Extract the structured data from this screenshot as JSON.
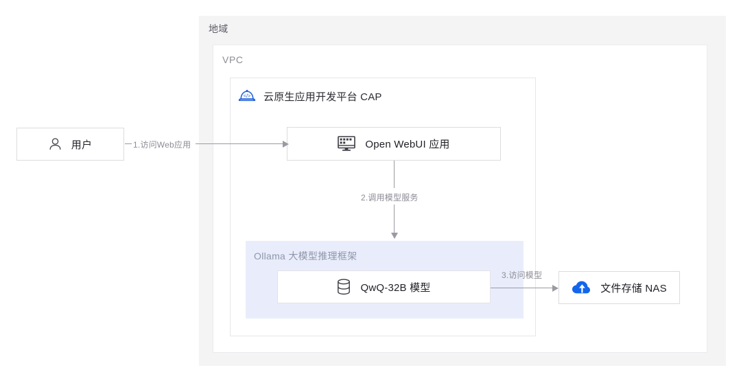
{
  "diagram": {
    "region": {
      "label": "地域"
    },
    "vpc": {
      "label": "VPC"
    },
    "cap": {
      "label": "云原生应用开发平台 CAP",
      "icon": "cap-hat-icon"
    },
    "ollama": {
      "label": "Ollama 大模型推理框架"
    },
    "nodes": {
      "user": {
        "label": "用户",
        "icon": "user-icon"
      },
      "webui": {
        "label": "Open WebUI 应用",
        "icon": "monitor-icon"
      },
      "qwq": {
        "label": "QwQ-32B 模型",
        "icon": "database-icon"
      },
      "nas": {
        "label": "文件存储 NAS",
        "icon": "cloud-upload-icon"
      }
    },
    "connections": [
      {
        "id": "1",
        "label": "1.访问Web应用",
        "from": "user",
        "to": "webui"
      },
      {
        "id": "2",
        "label": "2.调用模型服务",
        "from": "webui",
        "to": "ollama"
      },
      {
        "id": "3",
        "label": "3.访问模型",
        "from": "qwq",
        "to": "nas"
      }
    ]
  },
  "colors": {
    "region_bg": "#f4f4f5",
    "vpc_bg": "#ffffff",
    "ollama_bg": "#e9edfb",
    "brand_blue": "#1b62d6",
    "nas_blue": "#1366ec",
    "line_gray": "#9a9aa2",
    "text_dark": "#1f1f26",
    "text_muted": "#8c8c96"
  }
}
